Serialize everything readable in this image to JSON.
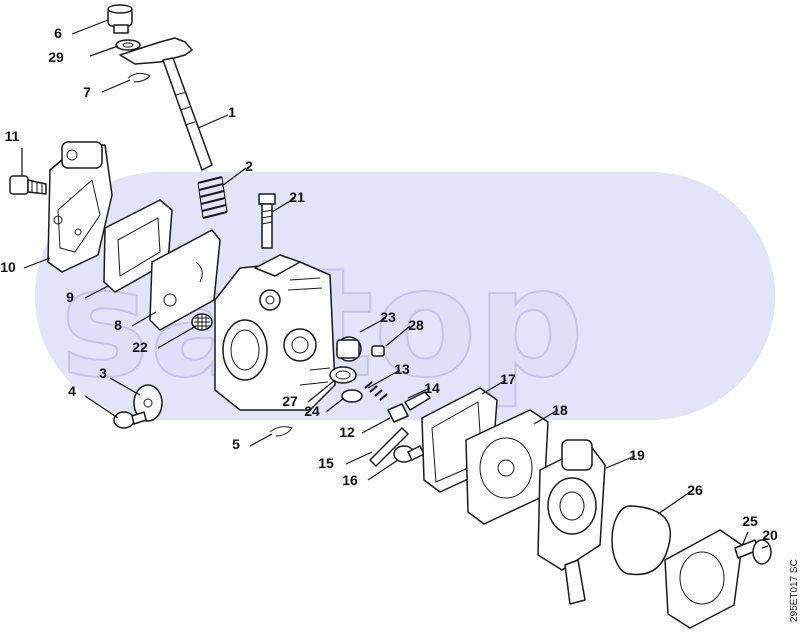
{
  "watermark": {
    "text": "saltop",
    "color": "#e3e3fa"
  },
  "drawing_code": "295ET017 SC",
  "callouts": [
    "6",
    "29",
    "7",
    "1",
    "2",
    "21",
    "11",
    "10",
    "9",
    "8",
    "22",
    "23",
    "28",
    "3",
    "4",
    "13",
    "14",
    "17",
    "27",
    "24",
    "12",
    "18",
    "5",
    "15",
    "16",
    "19",
    "26",
    "25",
    "20"
  ]
}
